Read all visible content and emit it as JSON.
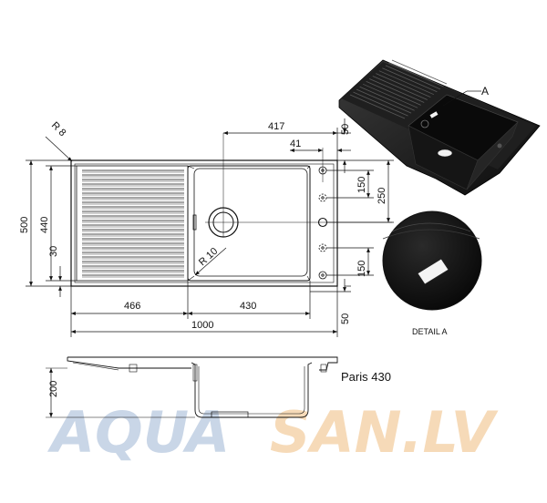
{
  "drawing": {
    "product_name": "Paris 430",
    "detail_label": "DETAIL A",
    "callout_letter": "A",
    "dimensions": {
      "overall_width": "1000",
      "drainer_width": "466",
      "bowl_width": "430",
      "offset_417": "417",
      "offset_41": "41",
      "top_margin": "50",
      "bottom_margin": "50",
      "tap_spacing_upper": "150",
      "tap_spacing_lower": "150",
      "tap_offset_250": "250",
      "overall_depth": "500",
      "bowl_depth_440": "440",
      "edge_30": "30",
      "depth_200": "200",
      "corner_radius_outer": "R 8",
      "corner_radius_bowl": "R 10"
    }
  },
  "watermark": {
    "part1": "AQUA",
    "part2": "SAN",
    "part3": ".LV",
    "color1": "#c7d4e6",
    "color2": "#f6d9b5"
  }
}
